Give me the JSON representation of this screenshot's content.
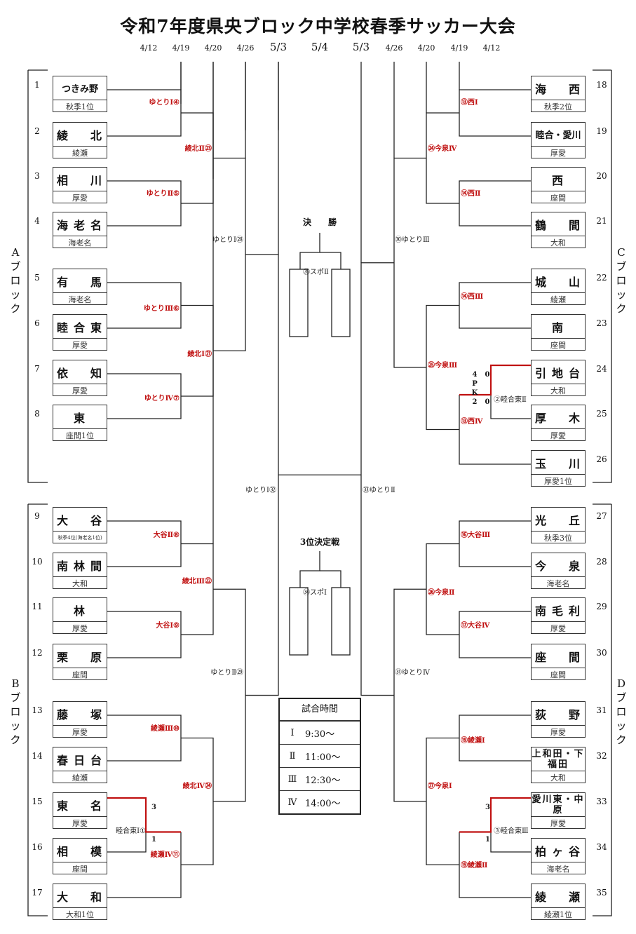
{
  "title": "令和7年度県央ブロック中学校春季サッカー大会",
  "dates": [
    "4/12",
    "4/19",
    "4/20",
    "4/26",
    "5/3",
    "5/4",
    "5/3",
    "4/26",
    "4/20",
    "4/19",
    "4/12"
  ],
  "blocks": {
    "a": "Aブロック",
    "b": "Bブロック",
    "c": "Cブロック",
    "d": "Dブロック"
  },
  "teams": [
    {
      "no": "1",
      "name": "つきみ野",
      "region": "秋季1位"
    },
    {
      "no": "2",
      "name": "綾　北",
      "region": "綾瀬"
    },
    {
      "no": "3",
      "name": "相　川",
      "region": "厚愛"
    },
    {
      "no": "4",
      "name": "海老名",
      "region": "海老名"
    },
    {
      "no": "5",
      "name": "有　馬",
      "region": "海老名"
    },
    {
      "no": "6",
      "name": "睦合東",
      "region": "厚愛"
    },
    {
      "no": "7",
      "name": "依　知",
      "region": "厚愛"
    },
    {
      "no": "8",
      "name": "東",
      "region": "座間1位"
    },
    {
      "no": "9",
      "name": "大　谷",
      "region": "秋季4位(海老名1位)"
    },
    {
      "no": "10",
      "name": "南林間",
      "region": "大和"
    },
    {
      "no": "11",
      "name": "林",
      "region": "厚愛"
    },
    {
      "no": "12",
      "name": "栗　原",
      "region": "座間"
    },
    {
      "no": "13",
      "name": "藤　塚",
      "region": "厚愛"
    },
    {
      "no": "14",
      "name": "春日台",
      "region": "綾瀬"
    },
    {
      "no": "15",
      "name": "東　名",
      "region": "厚愛"
    },
    {
      "no": "16",
      "name": "相　模",
      "region": "座間"
    },
    {
      "no": "17",
      "name": "大　和",
      "region": "大和1位"
    },
    {
      "no": "18",
      "name": "海　西",
      "region": "秋季2位"
    },
    {
      "no": "19",
      "name": "睦合・愛川",
      "region": "厚愛"
    },
    {
      "no": "20",
      "name": "西",
      "region": "座間"
    },
    {
      "no": "21",
      "name": "鶴　間",
      "region": "大和"
    },
    {
      "no": "22",
      "name": "城　山",
      "region": "綾瀬"
    },
    {
      "no": "23",
      "name": "南",
      "region": "座間"
    },
    {
      "no": "24",
      "name": "引地台",
      "region": "大和"
    },
    {
      "no": "25",
      "name": "厚　木",
      "region": "厚愛"
    },
    {
      "no": "26",
      "name": "玉　川",
      "region": "厚愛1位"
    },
    {
      "no": "27",
      "name": "光　丘",
      "region": "秋季3位"
    },
    {
      "no": "28",
      "name": "今　泉",
      "region": "海老名"
    },
    {
      "no": "29",
      "name": "南毛利",
      "region": "厚愛"
    },
    {
      "no": "30",
      "name": "座　間",
      "region": "座間"
    },
    {
      "no": "31",
      "name": "荻　野",
      "region": "厚愛"
    },
    {
      "no": "32",
      "name": "上和田・下福田",
      "region": "大和"
    },
    {
      "no": "33",
      "name": "愛川東・中原",
      "region": "厚愛"
    },
    {
      "no": "34",
      "name": "柏ヶ谷",
      "region": "海老名"
    },
    {
      "no": "35",
      "name": "綾　瀬",
      "region": "綾瀬1位"
    }
  ],
  "venues_red": {
    "a1": "ゆとりⅠ④",
    "a2": "ゆとりⅡ⑤",
    "a3": "ゆとりⅢ⑥",
    "a4": "ゆとりⅣ⑦",
    "a5": "綾北Ⅱ㉓",
    "a6": "綾北Ⅰ㉑",
    "b1": "大谷Ⅱ⑧",
    "b2": "大谷Ⅰ⑨",
    "b3": "綾瀬Ⅲ⑩",
    "b4": "綾瀬Ⅳ⑪",
    "b5": "綾北Ⅲ㉒",
    "b6": "綾北Ⅳ㉔",
    "c1": "⑬西Ⅰ",
    "c2": "⑭西Ⅱ",
    "c3": "⑭西Ⅲ",
    "c4": "⑬西Ⅳ",
    "c5": "㉔今泉Ⅳ",
    "c6": "㉕今泉Ⅲ",
    "d1": "⑯大谷Ⅲ",
    "d2": "⑰大谷Ⅳ",
    "d3": "⑲綾瀬Ⅰ",
    "d4": "⑲綾瀬Ⅱ",
    "d5": "㉖今泉Ⅱ",
    "d6": "㉗今泉Ⅰ"
  },
  "venues_black": {
    "a_semi": "ゆとりⅠ㉘",
    "b_semi": "ゆとりⅡ㉙",
    "c_semi": "㉚ゆとりⅢ",
    "d_semi": "㉛ゆとりⅣ",
    "left_final": "ゆとりⅠ㉜",
    "right_final": "㉝ゆとりⅡ",
    "b_pre": "睦合東Ⅰ①",
    "c_pre": "②睦合東Ⅱ",
    "d_pre": "③睦合東Ⅲ",
    "final_venue": "㉟スポⅡ",
    "third_venue": "㉞スポⅠ"
  },
  "final_title": "決　　勝",
  "third_title": "3位決定戦",
  "scores": {
    "c_pk": [
      "4",
      "0",
      "P",
      "K",
      "2",
      "0"
    ],
    "b_top": "3",
    "b_bottom": "1",
    "d_top": "3",
    "d_bottom": "1"
  },
  "schedule": {
    "header": "試合時間",
    "rows": [
      {
        "period": "Ⅰ",
        "time": "9:30～"
      },
      {
        "period": "Ⅱ",
        "time": "11:00～"
      },
      {
        "period": "Ⅲ",
        "time": "12:30～"
      },
      {
        "period": "Ⅳ",
        "time": "14:00～"
      }
    ]
  },
  "colors": {
    "winner": "#c01010",
    "line": "#222222"
  }
}
